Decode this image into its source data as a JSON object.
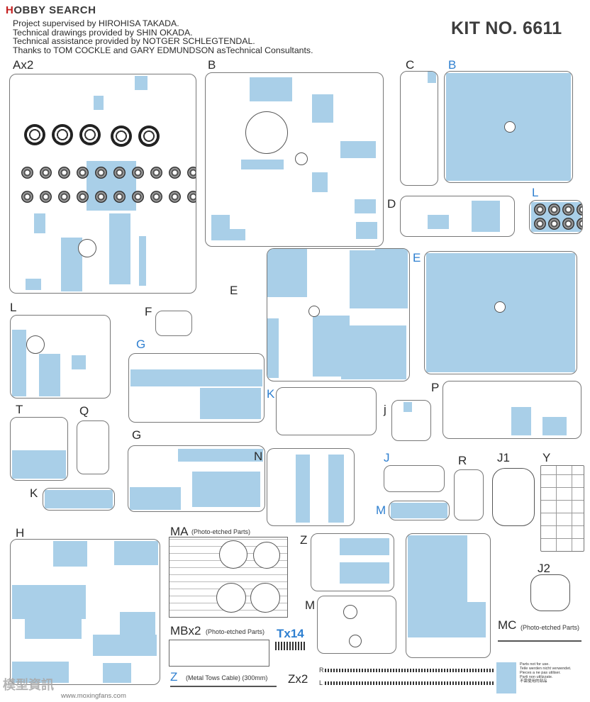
{
  "header": {
    "logo_prefix": "H",
    "logo_text": "OBBY SEARCH",
    "credits": [
      "Project supervised by HIROHISA TAKADA.",
      "Technical drawings provided by SHIN OKADA.",
      "Technical assistance provided by NOTGER SCHLEGTENDAL.",
      "Thanks to TOM COCKLE and GARY EDMUNDSON asTechnical Consultants."
    ],
    "kit_number": "KIT NO. 6611"
  },
  "sprues": {
    "Ax2": "Ax2",
    "B": "B",
    "C": "C",
    "B2": "B",
    "D": "D",
    "L": "L",
    "L2": "L",
    "E": "E",
    "E2": "E",
    "F": "F",
    "G": "G",
    "G2": "G",
    "K": "K",
    "K2": "K",
    "j": "j",
    "P": "P",
    "T": "T",
    "Q": "Q",
    "N": "N",
    "J": "J",
    "M": "M",
    "R": "R",
    "J1": "J1",
    "Y": "Y",
    "J2": "J2",
    "H": "H",
    "MA": "MA",
    "MA_sub": "(Photo-etched Parts)",
    "Z": "Z",
    "Z_top": "Z",
    "M2": "M",
    "MBx2": "MBx2",
    "MBx2_sub": "(Photo-etched Parts)",
    "Tx14": "Tx14",
    "MC": "MC",
    "MC_sub": "(Photo-etched Parts)",
    "Z_cable_sub": "(Metal Tows Cable) (300mm)",
    "Zx2": "Zx2",
    "track_R": "R",
    "track_L": "L"
  },
  "notice": {
    "lines": [
      "Parts not for use.",
      "Teile werden nicht verwendet.",
      "Pieces a ne pas utiliser.",
      "Parti non utilizzate.",
      "不需使用的部品"
    ]
  },
  "colors": {
    "highlight": "#a9cfe8",
    "blue_label": "#2e7fd0",
    "logo_red": "#c41e1e"
  },
  "watermark": {
    "text": "模型資訊",
    "url": "www.moxingfans.com"
  }
}
